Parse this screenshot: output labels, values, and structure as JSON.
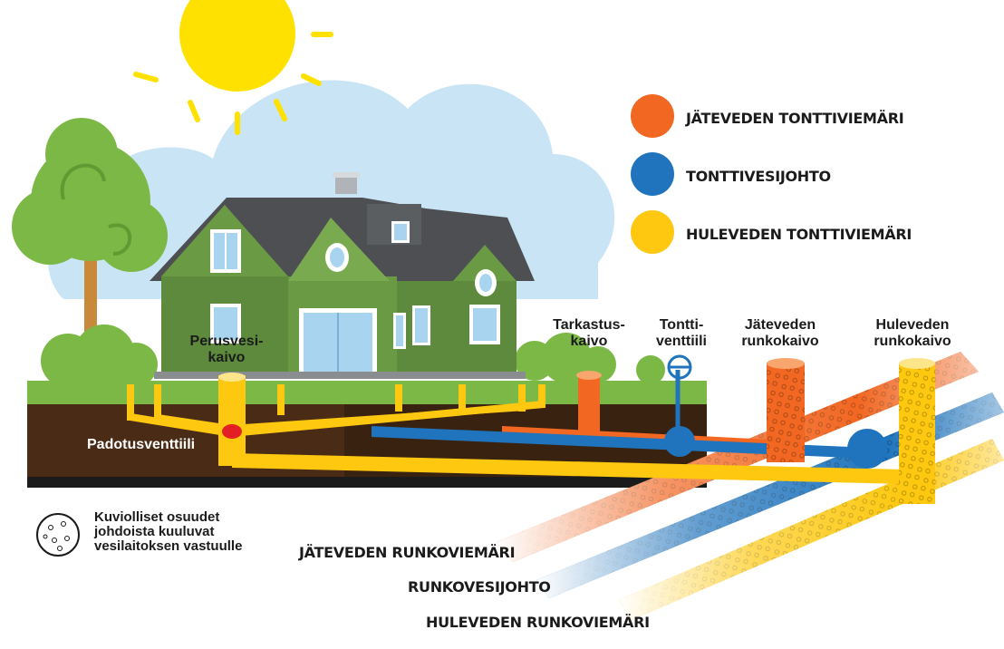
{
  "colors": {
    "wastewater": "#f26722",
    "water": "#1f74bd",
    "stormwater": "#fdc80f",
    "sun": "#ffe100",
    "cloud": "#c9e4f5",
    "grass": "#7cb846",
    "soil": "#4a2c16",
    "house_wall": "#5d8a3c",
    "roof": "#4d4f52"
  },
  "legend": [
    {
      "label": "JÄTEVEDEN TONTTIVIEMÄRI",
      "color": "#f26722"
    },
    {
      "label": "TONTTIVESIJOHTO",
      "color": "#1f74bd"
    },
    {
      "label": "HULEVEDEN TONTTIVIEMÄRI",
      "color": "#fdc80f"
    }
  ],
  "labels": {
    "perusvesikaivo": "Perusvesi-\nkaivo",
    "padotusventtiili": "Padotusventtiili",
    "tarkastuskaivo": "Tarkastus-\nkaivo",
    "tonttiventtiili": "Tontti-\nventtiili",
    "jateveden_runkokaivo": "Jäteveden\nrunkokaivo",
    "huleveden_runkokaivo": "Huleveden\nrunkokaivo"
  },
  "note": "Kuviolliset osuudet\njohdoista kuuluvat\nvesilaitoksen vastuulle",
  "main_lines": [
    {
      "label": "JÄTEVEDEN RUNKOVIEMÄRI",
      "color": "#f26722"
    },
    {
      "label": "RUNKOVESIJOHTO",
      "color": "#1f74bd"
    },
    {
      "label": "HULEVEDEN RUNKOVIEMÄRI",
      "color": "#fdc80f"
    }
  ]
}
